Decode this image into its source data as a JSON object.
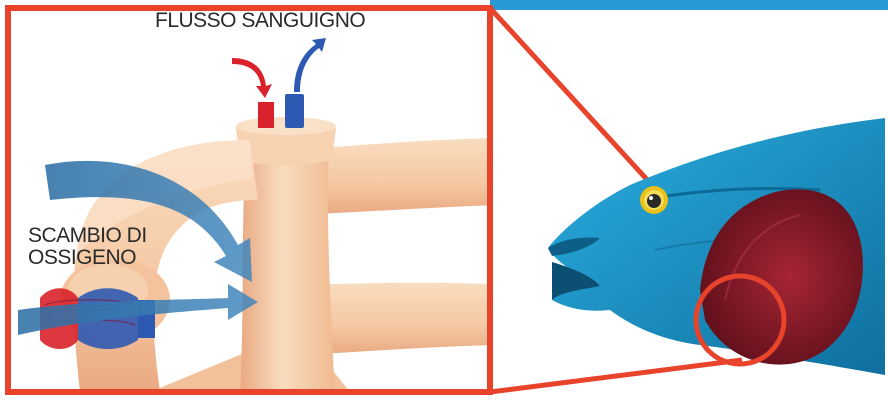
{
  "labels": {
    "blood_flow": "FLUSSO SANGUIGNO",
    "oxygen_exchange_line1": "SCAMBIO DI",
    "oxygen_exchange_line2": "OSSIGENO"
  },
  "colors": {
    "frame": "#e8432b",
    "top_bar": "#2a9ad6",
    "flesh": "#f5c8a2",
    "flesh_shade": "#e9a982",
    "water_arrow": "#2d6fa5",
    "fish_body": "#1a8fc0",
    "gill": "#8e1d2a",
    "artery": "#d9222b",
    "vein": "#2e59b2",
    "eye": "#e8c21a"
  },
  "icons": {
    "blood_in": "red-curved-arrow-icon",
    "blood_out": "blue-curved-arrow-icon",
    "water_flow": "water-flow-arrow-icon",
    "fish_eye": "fish-eye-icon"
  }
}
